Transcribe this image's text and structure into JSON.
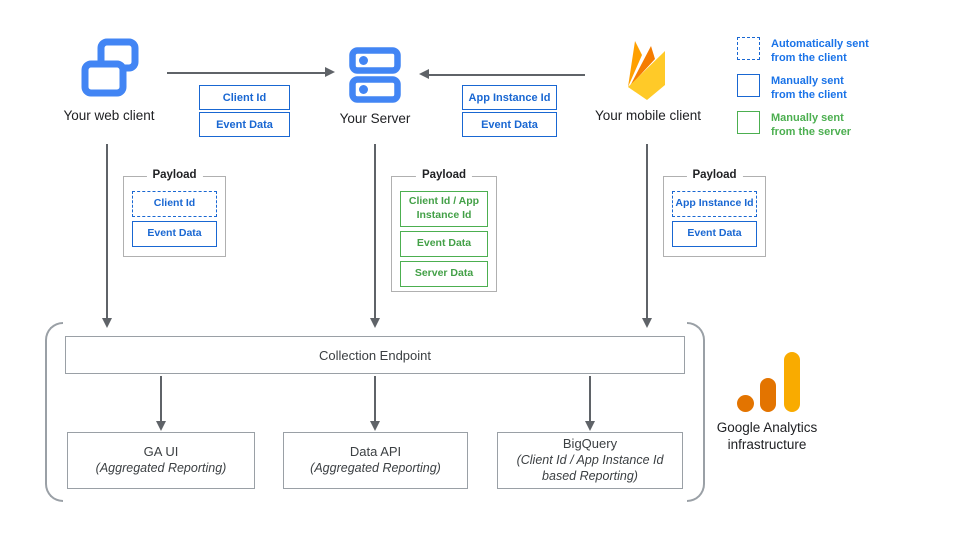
{
  "nodes": {
    "web_client": {
      "label": "Your web client"
    },
    "server": {
      "label": "Your Server"
    },
    "mobile_client": {
      "label": "Your mobile client"
    }
  },
  "edges": {
    "web_to_server": {
      "tags": [
        "Client Id",
        "Event Data"
      ]
    },
    "mobile_to_server": {
      "tags": [
        "App Instance Id",
        "Event Data"
      ]
    }
  },
  "legend": {
    "items": [
      {
        "style": "dashed-blue",
        "line1": "Automatically sent",
        "line2": "from the client"
      },
      {
        "style": "solid-blue",
        "line1": "Manually sent",
        "line2": "from the client"
      },
      {
        "style": "solid-green",
        "line1": "Manually sent",
        "line2": "from the server"
      }
    ]
  },
  "payloads": {
    "web": {
      "title": "Payload",
      "items": [
        {
          "label": "Client Id",
          "style": "dashed-blue"
        },
        {
          "label": "Event Data",
          "style": "solid-blue"
        }
      ]
    },
    "server": {
      "title": "Payload",
      "items": [
        {
          "label": "Client Id / App Instance Id",
          "style": "solid-green"
        },
        {
          "label": "Event Data",
          "style": "solid-green"
        },
        {
          "label": "Server Data",
          "style": "solid-green"
        }
      ]
    },
    "mobile": {
      "title": "Payload",
      "items": [
        {
          "label": "App Instance Id",
          "style": "dashed-blue"
        },
        {
          "label": "Event Data",
          "style": "solid-blue"
        }
      ]
    }
  },
  "infrastructure": {
    "collection_endpoint": "Collection Endpoint",
    "outputs": [
      {
        "title": "GA UI",
        "subtitle": "(Aggregated Reporting)"
      },
      {
        "title": "Data API",
        "subtitle": "(Aggregated Reporting)"
      },
      {
        "title": "BigQuery",
        "subtitle": "(Client Id / App Instance Id based Reporting)"
      }
    ],
    "brand_line1": "Google Analytics",
    "brand_line2": "infrastructure"
  },
  "colors": {
    "icon_blue": "#4285f4",
    "tag_blue": "#1967d2",
    "legend_blue": "#1a73e8",
    "green": "#4caf50",
    "arrow_gray": "#5f6368",
    "border_gray": "#9aa0a6",
    "ga_orange": "#e37400",
    "ga_amber": "#f9ab00",
    "firebase_amber": "#ffa000",
    "firebase_orange": "#f57c00",
    "firebase_yellow": "#ffca28"
  }
}
